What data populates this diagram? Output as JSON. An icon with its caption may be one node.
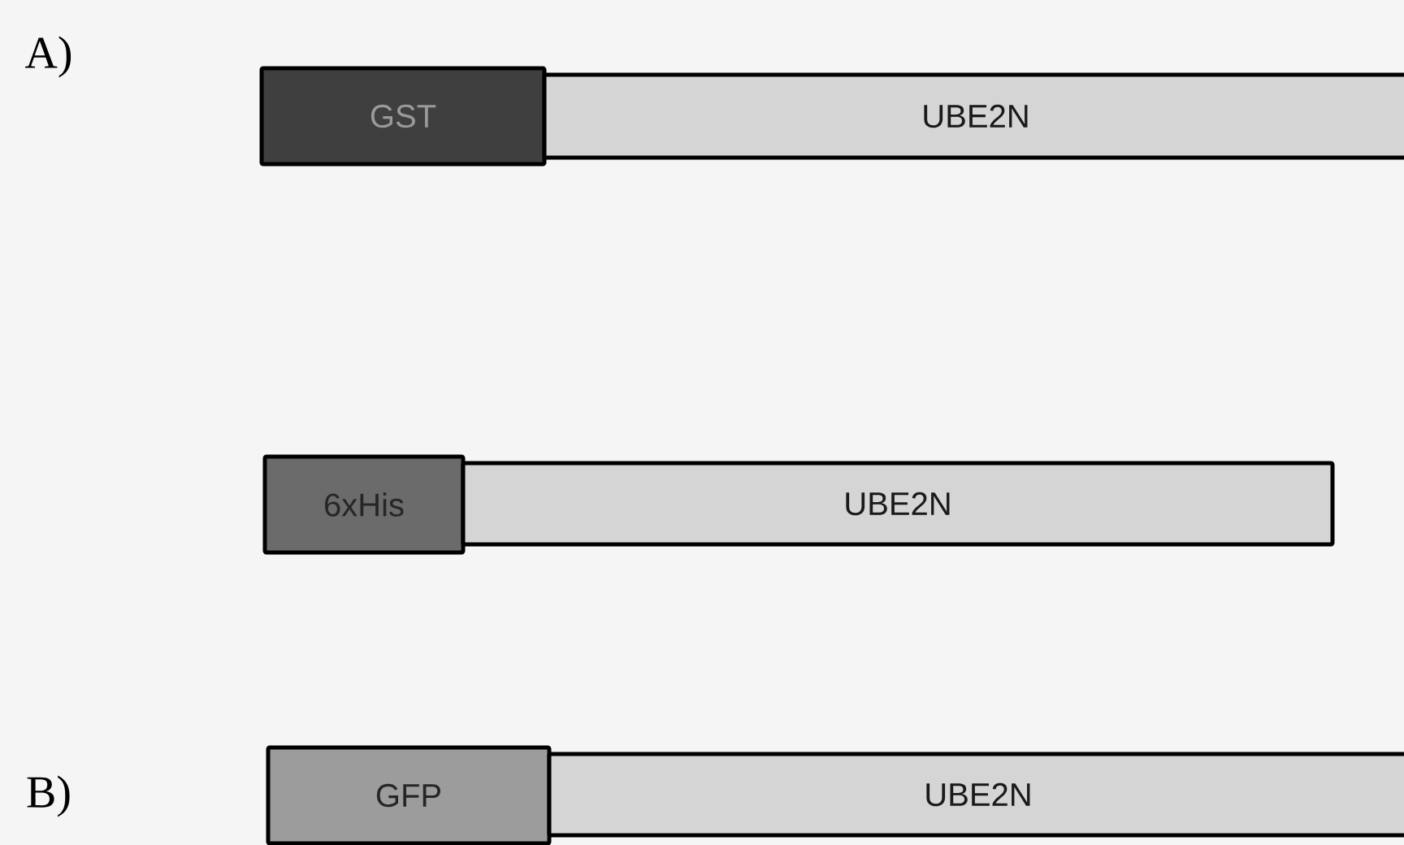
{
  "diagram": {
    "nodes": [
      {
        "text": [
          "GST"
        ]
      },
      {
        "text": [
          "UBE2N"
        ]
      },
      {
        "text": [
          "6xHis"
        ]
      },
      {
        "text": [
          "UBE2N"
        ]
      },
      {
        "text": [
          "GFP"
        ]
      },
      {
        "text": [
          "UBE2N"
        ]
      }
    ],
    "labels": [
      "A)",
      "B)"
    ]
  }
}
